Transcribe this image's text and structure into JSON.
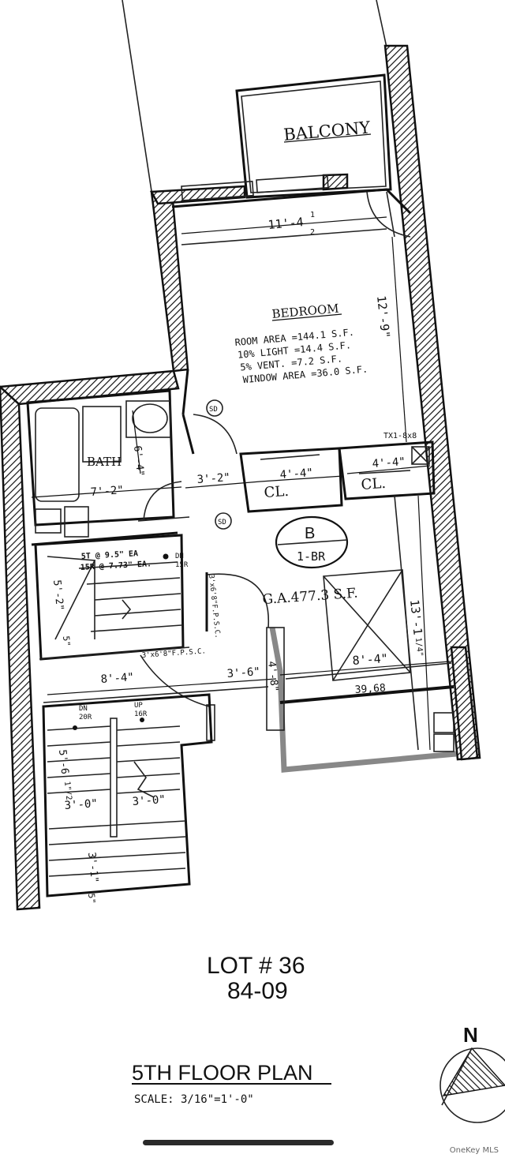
{
  "rooms": {
    "balcony": "BALCONY",
    "bedroom": "BEDROOM",
    "bath": "BATH",
    "closet_1": "CL.",
    "closet_2": "CL."
  },
  "bedroom_specs": [
    "ROOM AREA =144.1 S.F.",
    "10% LIGHT =14.4 S.F.",
    "5% VENT. =7.2 S.F.",
    "WINDOW AREA =36.0 S.F."
  ],
  "unit": {
    "letter": "B",
    "type": "1-BR",
    "gross_area": "G.A.477.3 S.F."
  },
  "dimensions": {
    "bedroom_width": "11'-4",
    "bedroom_width_frac_num": "1",
    "bedroom_width_frac_den": "2",
    "bedroom_depth": "12'-9\"",
    "bath_width": "7'-2\"",
    "bath_depth": "6'-4\"",
    "hall_width": "3'-2\"",
    "closet_1_width": "4'-4\"",
    "closet_2_width": "4'-4\"",
    "living_depth": "13'-1",
    "living_depth_frac": "1/4\"",
    "living_width": "8'-4\"",
    "corridor_width": "8'-4\"",
    "corridor_door": "3'-6\"",
    "corridor_depth": "4'-8\"",
    "stair_upper_run": "5'-2\"",
    "stair_upper_landing": "5\"",
    "stair_lower_run": "5'-6",
    "stair_lower_run_frac": "1\"/2",
    "stair_lower_w1": "3'-0\"",
    "stair_lower_w2": "3'-0\"",
    "stair_lower_landing": "3'-1\"",
    "stair_lower_end": "5\"",
    "balcony_line": "39,68"
  },
  "annotations": {
    "smoke_detector_1": "SD",
    "smoke_detector_2": "SD",
    "exhaust": "TX1-8x8",
    "riser_1": "5T @ 9.5\" EA",
    "riser_2": "15R @ 7.73\" EA.",
    "down_15r_a": "DN",
    "down_15r_b": "15R",
    "door_1": "3'x6'8\"F.P.S.C.",
    "door_2": "3'x6'8\"F.P.S.C.",
    "down_20r_a": "DN",
    "down_20r_b": "20R",
    "up_16r_a": "UP",
    "up_16r_b": "16R"
  },
  "lot": {
    "line1": "LOT # 36",
    "line2": "84-09"
  },
  "title": "5TH FLOOR PLAN",
  "scale": "SCALE: 3/16\"=1'-0\"",
  "north": "N",
  "watermark": "OneKey MLS"
}
